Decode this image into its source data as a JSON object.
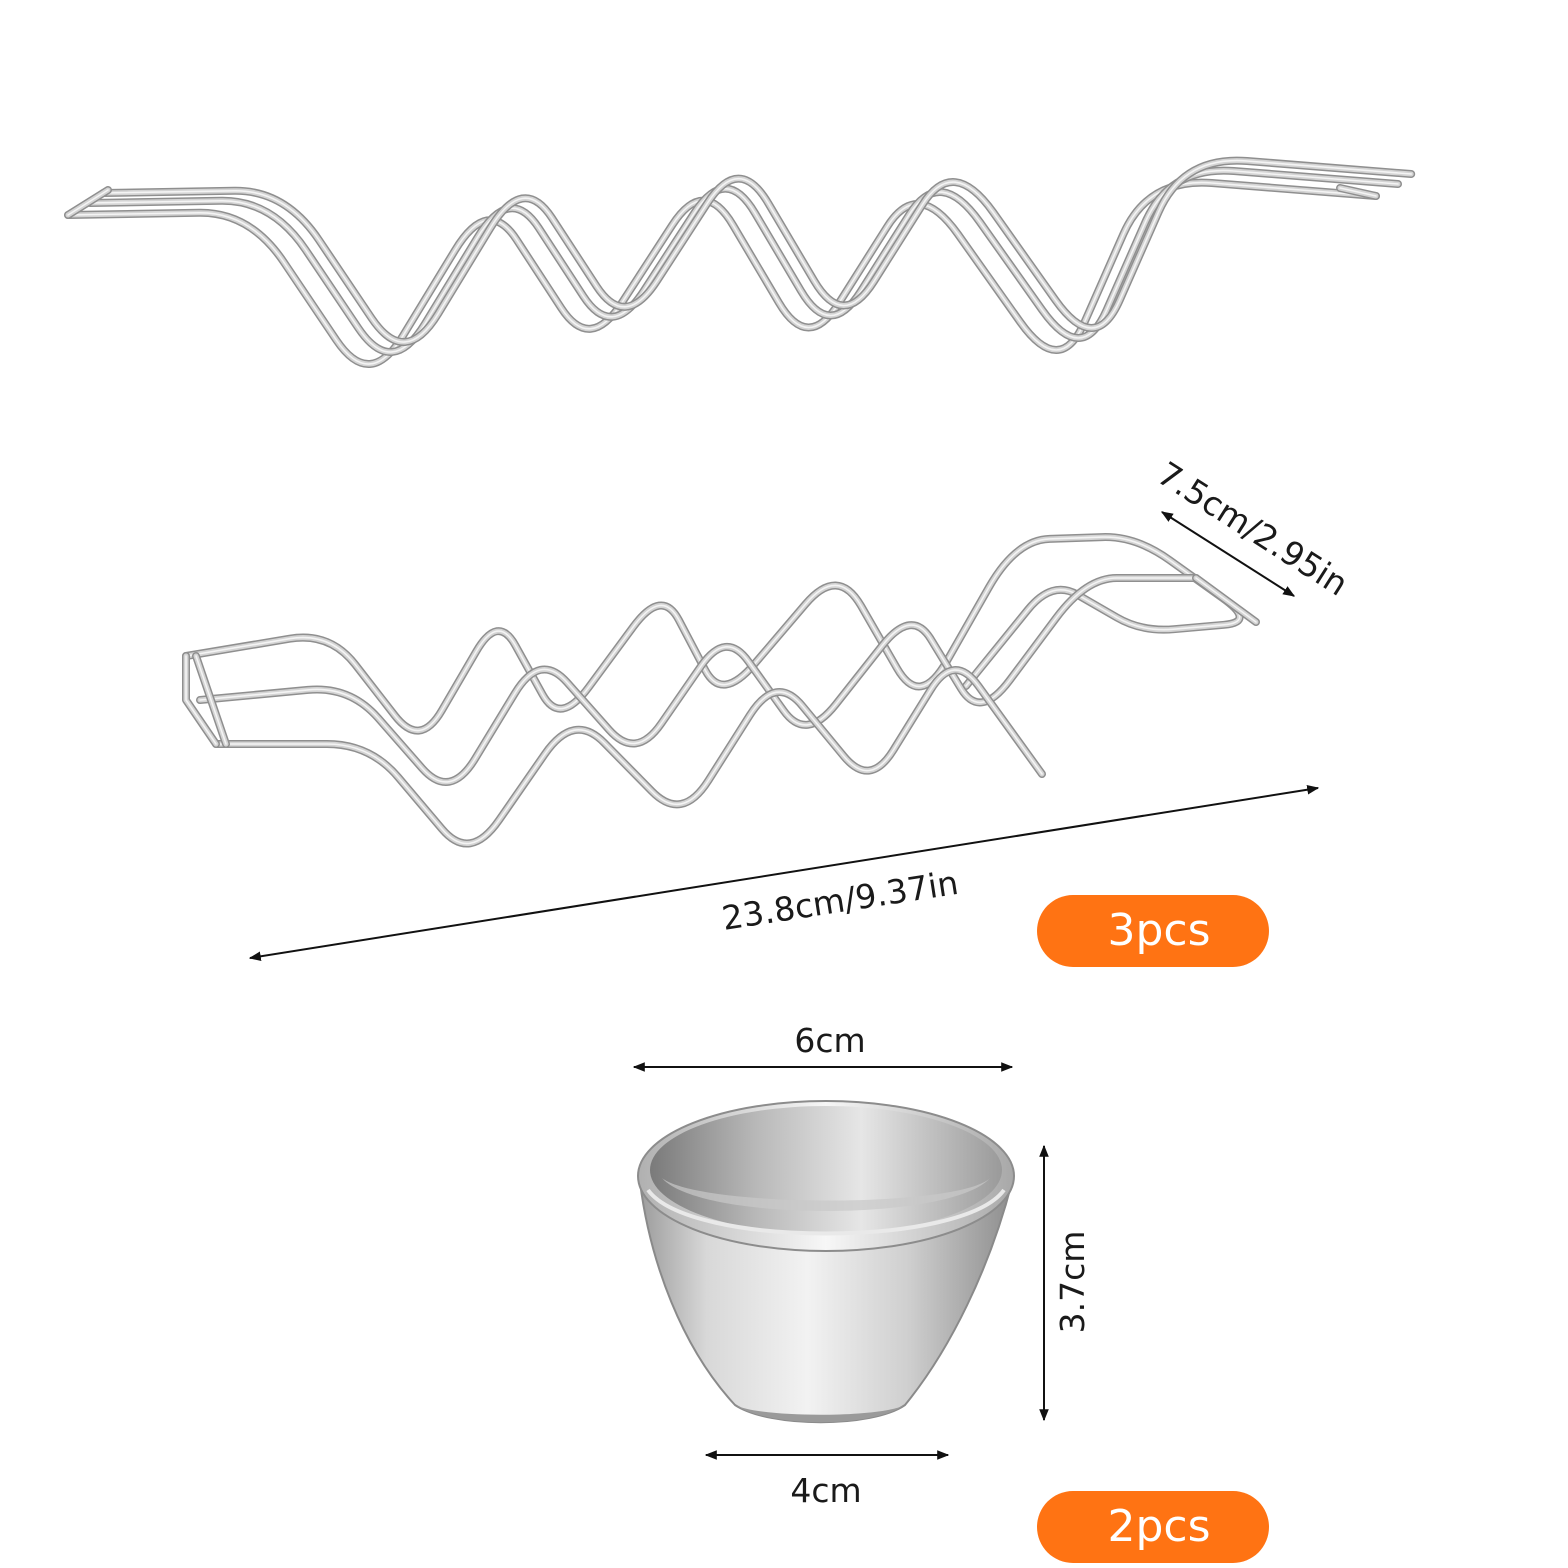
{
  "labels": {
    "rack_depth": "7.5cm/2.95in",
    "rack_length": "23.8cm/9.37in",
    "rack_quantity": "3pcs",
    "cup_top_width": "6cm",
    "cup_height": "3.7cm",
    "cup_bottom_width": "4cm",
    "cup_quantity": "2pcs"
  },
  "colors": {
    "badge": "#ff7313",
    "badge_text": "#ffffff",
    "dimension_line": "#111111",
    "wire": "#d4d4d4"
  },
  "icons": {
    "arrow_head": "arrow-head-icon"
  }
}
